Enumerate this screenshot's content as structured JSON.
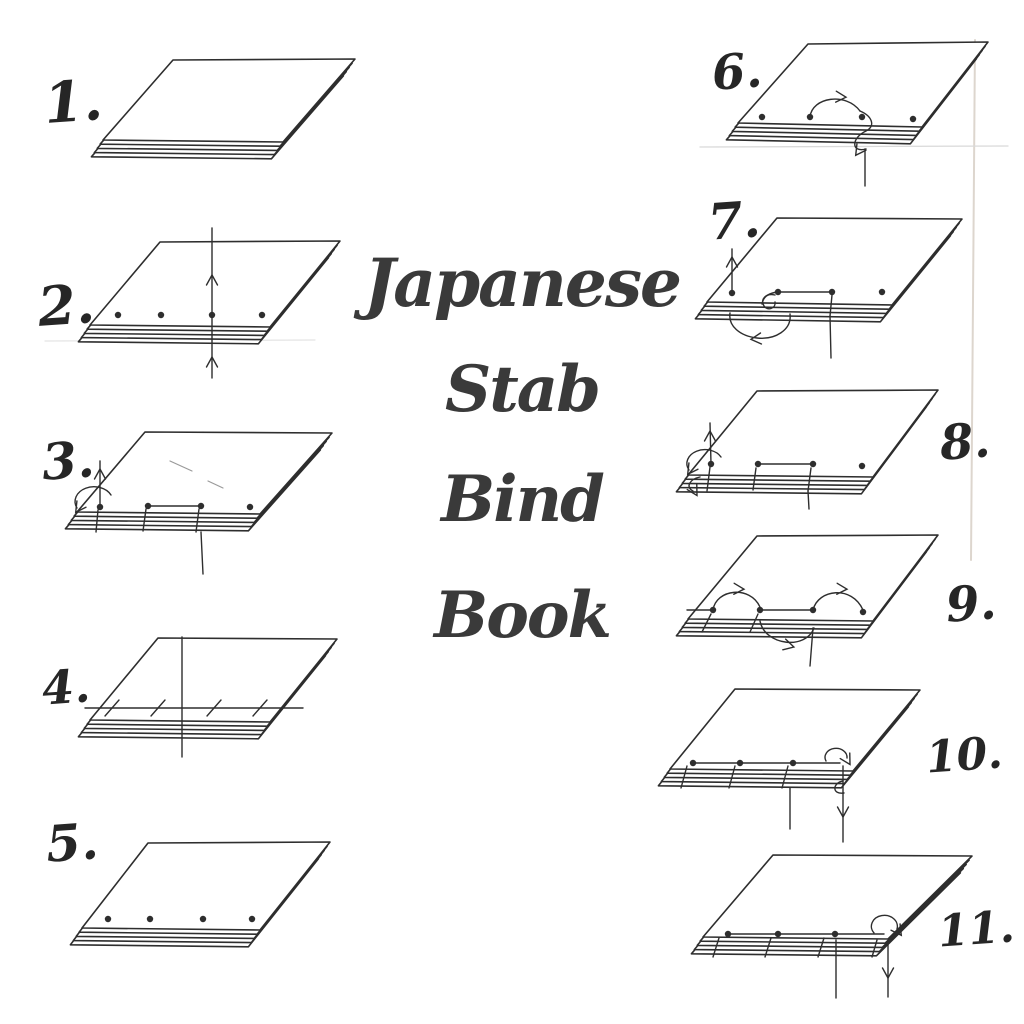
{
  "title": {
    "lines": [
      "Japanese",
      "Stab",
      "Bind",
      "Book"
    ]
  },
  "steps": [
    {
      "label": "1.",
      "illustration": "paper-stack"
    },
    {
      "label": "2.",
      "illustration": "stack-four-holes-needle-up-through-third-hole"
    },
    {
      "label": "3.",
      "illustration": "stack-thread-loop-left-edge-middle-stitch-tail-down"
    },
    {
      "label": "4.",
      "illustration": "stack-running-stitch-guideline-with-ticks"
    },
    {
      "label": "5.",
      "illustration": "stack-four-holes"
    },
    {
      "label": "6.",
      "illustration": "thread-arc-hole2-to-hole3-loop-around-spine"
    },
    {
      "label": "7.",
      "illustration": "thread-up-hole1-loop-under-spine-at-hole2"
    },
    {
      "label": "8.",
      "illustration": "thread-loop-left-edge-middle-stitch-tail-down"
    },
    {
      "label": "9.",
      "illustration": "thread-arcs-hole1-2-and-3-4-underpass-2-3"
    },
    {
      "label": "10.",
      "illustration": "running-stitch-loop-right-end-threads-down"
    },
    {
      "label": "11.",
      "illustration": "finished-running-stitch-loop-right-corner-threads-down"
    }
  ],
  "colors": {
    "background": "#ffffff",
    "ink": "#2e2e2e",
    "title": "#3a3a3a"
  }
}
